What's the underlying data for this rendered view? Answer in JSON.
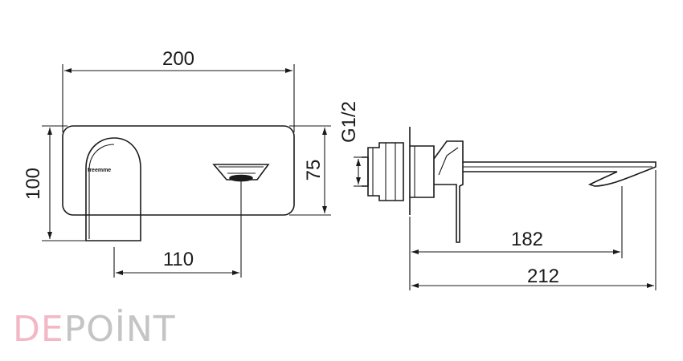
{
  "dimensions": {
    "plate_width": "200",
    "plate_height": "75",
    "overall_height": "100",
    "lever_to_spout": "110",
    "thread": "G1/2",
    "spout_reach": "182",
    "overall_reach": "212"
  },
  "plate_brand": "treemme",
  "watermark": {
    "part1": "DE",
    "part2": "POİNT",
    "color1": "#f2b8c6",
    "color2": "#c4c4c4"
  },
  "colors": {
    "line": "#1a1a1a",
    "background": "#ffffff"
  }
}
